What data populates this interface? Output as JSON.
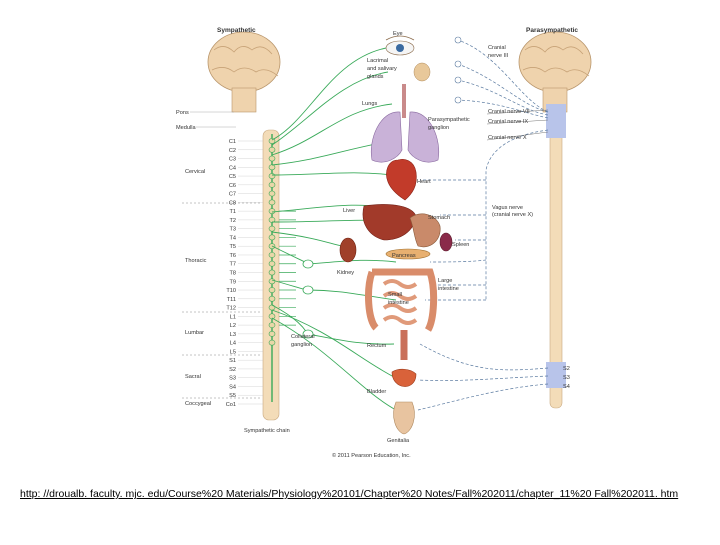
{
  "headers": {
    "sympathetic": "Sympathetic",
    "parasympathetic": "Parasympathetic"
  },
  "brainstem": {
    "pons": "Pons",
    "medulla": "Medulla"
  },
  "regions": {
    "cervical": "Cervical",
    "thoracic": "Thoracic",
    "lumbar": "Lumbar",
    "sacral": "Sacral",
    "coccygeal": "Coccygeal"
  },
  "segments": [
    "C1",
    "C2",
    "C3",
    "C4",
    "C5",
    "C6",
    "C7",
    "C8",
    "T1",
    "T2",
    "T3",
    "T4",
    "T5",
    "T6",
    "T7",
    "T8",
    "T9",
    "T10",
    "T11",
    "T12",
    "L1",
    "L2",
    "L3",
    "L4",
    "L5",
    "S1",
    "S2",
    "S3",
    "S4",
    "S5",
    "Co1"
  ],
  "organs": {
    "eye": "Eye",
    "lacrimal": [
      "Lacrimal",
      "and salivary",
      "glands"
    ],
    "lungs": "Lungs",
    "heart": "Heart",
    "liver": "Liver",
    "stomach": "Stomach",
    "spleen": "Spleen",
    "pancreas": "Pancreas",
    "kidney": "Kidney",
    "small_intestine": [
      "Small",
      "intestine"
    ],
    "large_intestine": [
      "Large",
      "intestine"
    ],
    "rectum": "Rectum",
    "bladder": "Bladder",
    "genitalia": "Genitalia"
  },
  "ganglia": {
    "parasympathetic": [
      "Parasympathetic",
      "ganglion"
    ],
    "collateral": [
      "Collateral",
      "ganglion"
    ],
    "chain": "Sympathetic chain"
  },
  "nerves": {
    "cn3": [
      "Cranial",
      "nerve III"
    ],
    "cn7": "Cranial nerve VII",
    "cn9": "Cranial nerve IX",
    "cn10": "Cranial nerve X",
    "vagus": [
      "Vagus nerve",
      "(cranial nerve X)"
    ]
  },
  "sacral_para": [
    "S2",
    "S3",
    "S4"
  ],
  "copyright": "© 2011 Pearson Education, Inc.",
  "source_url": "http: //droualb. faculty. mjc. edu/Course%20 Materials/Physiology%20101/Chapter%20 Notes/Fall%202011/chapter_11%20 Fall%202011. htm",
  "colors": {
    "nerve": "#3aaa5a",
    "dashed_nerve": "#5a7aa0",
    "spinal_cord": "#f3dcb8",
    "brain": "#efd3ad"
  }
}
